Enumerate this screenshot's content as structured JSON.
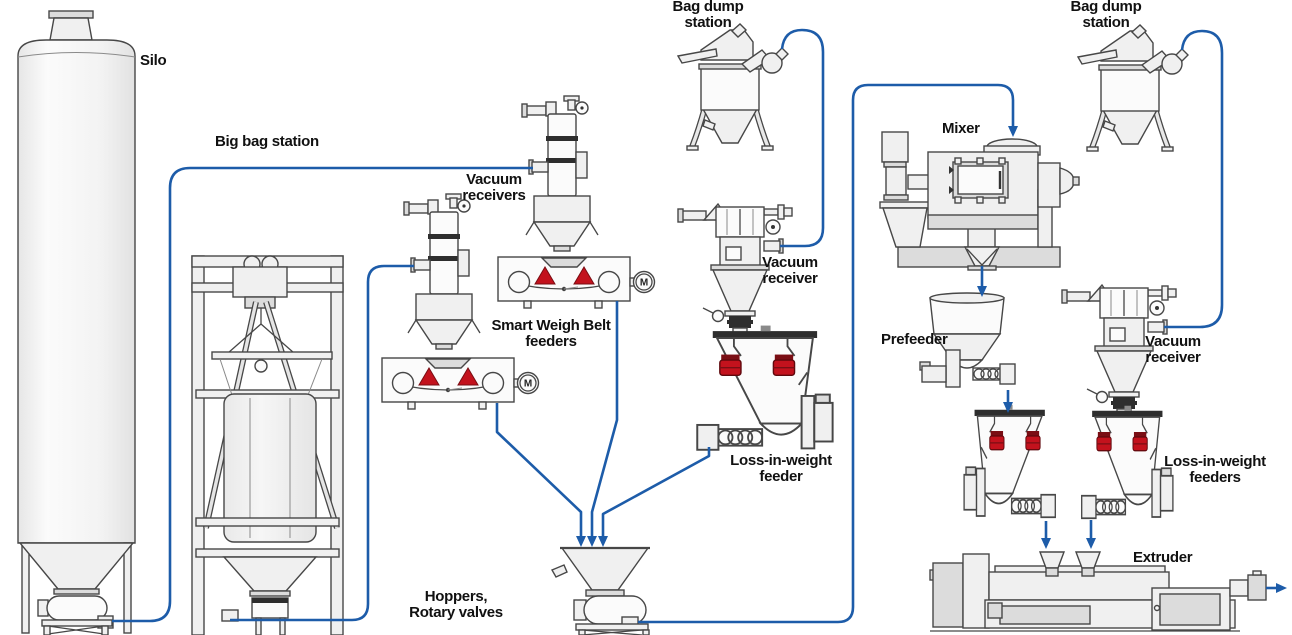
{
  "colors": {
    "line_blue": "#1d5ca9",
    "accent_red": "#c3121d",
    "machine_fill": "#f0f0f0",
    "outline": "#474747",
    "text": "#111111"
  },
  "labels": {
    "silo": "Silo",
    "big_bag_station": "Big bag station",
    "vacuum_receivers": [
      "Vacuum",
      "receivers"
    ],
    "smart_weigh_belt_feeders": [
      "Smart Weigh Belt",
      "feeders"
    ],
    "bag_dump_station_left": [
      "Bag dump",
      "station"
    ],
    "vacuum_receiver_middle": [
      "Vacuum",
      "receiver"
    ],
    "loss_in_weight_feeder": [
      "Loss-in-weight",
      "feeder"
    ],
    "mixer": "Mixer",
    "prefeeder": "Prefeeder",
    "bag_dump_station_right": [
      "Bag dump",
      "station"
    ],
    "vacuum_receiver_right": [
      "Vacuum",
      "receiver"
    ],
    "loss_in_weight_feeders": [
      "Loss-in-weight",
      "feeders"
    ],
    "extruder": "Extruder",
    "hoppers_rotary_valves": [
      "Hoppers,",
      "Rotary valves"
    ],
    "motor_badge": "M"
  }
}
